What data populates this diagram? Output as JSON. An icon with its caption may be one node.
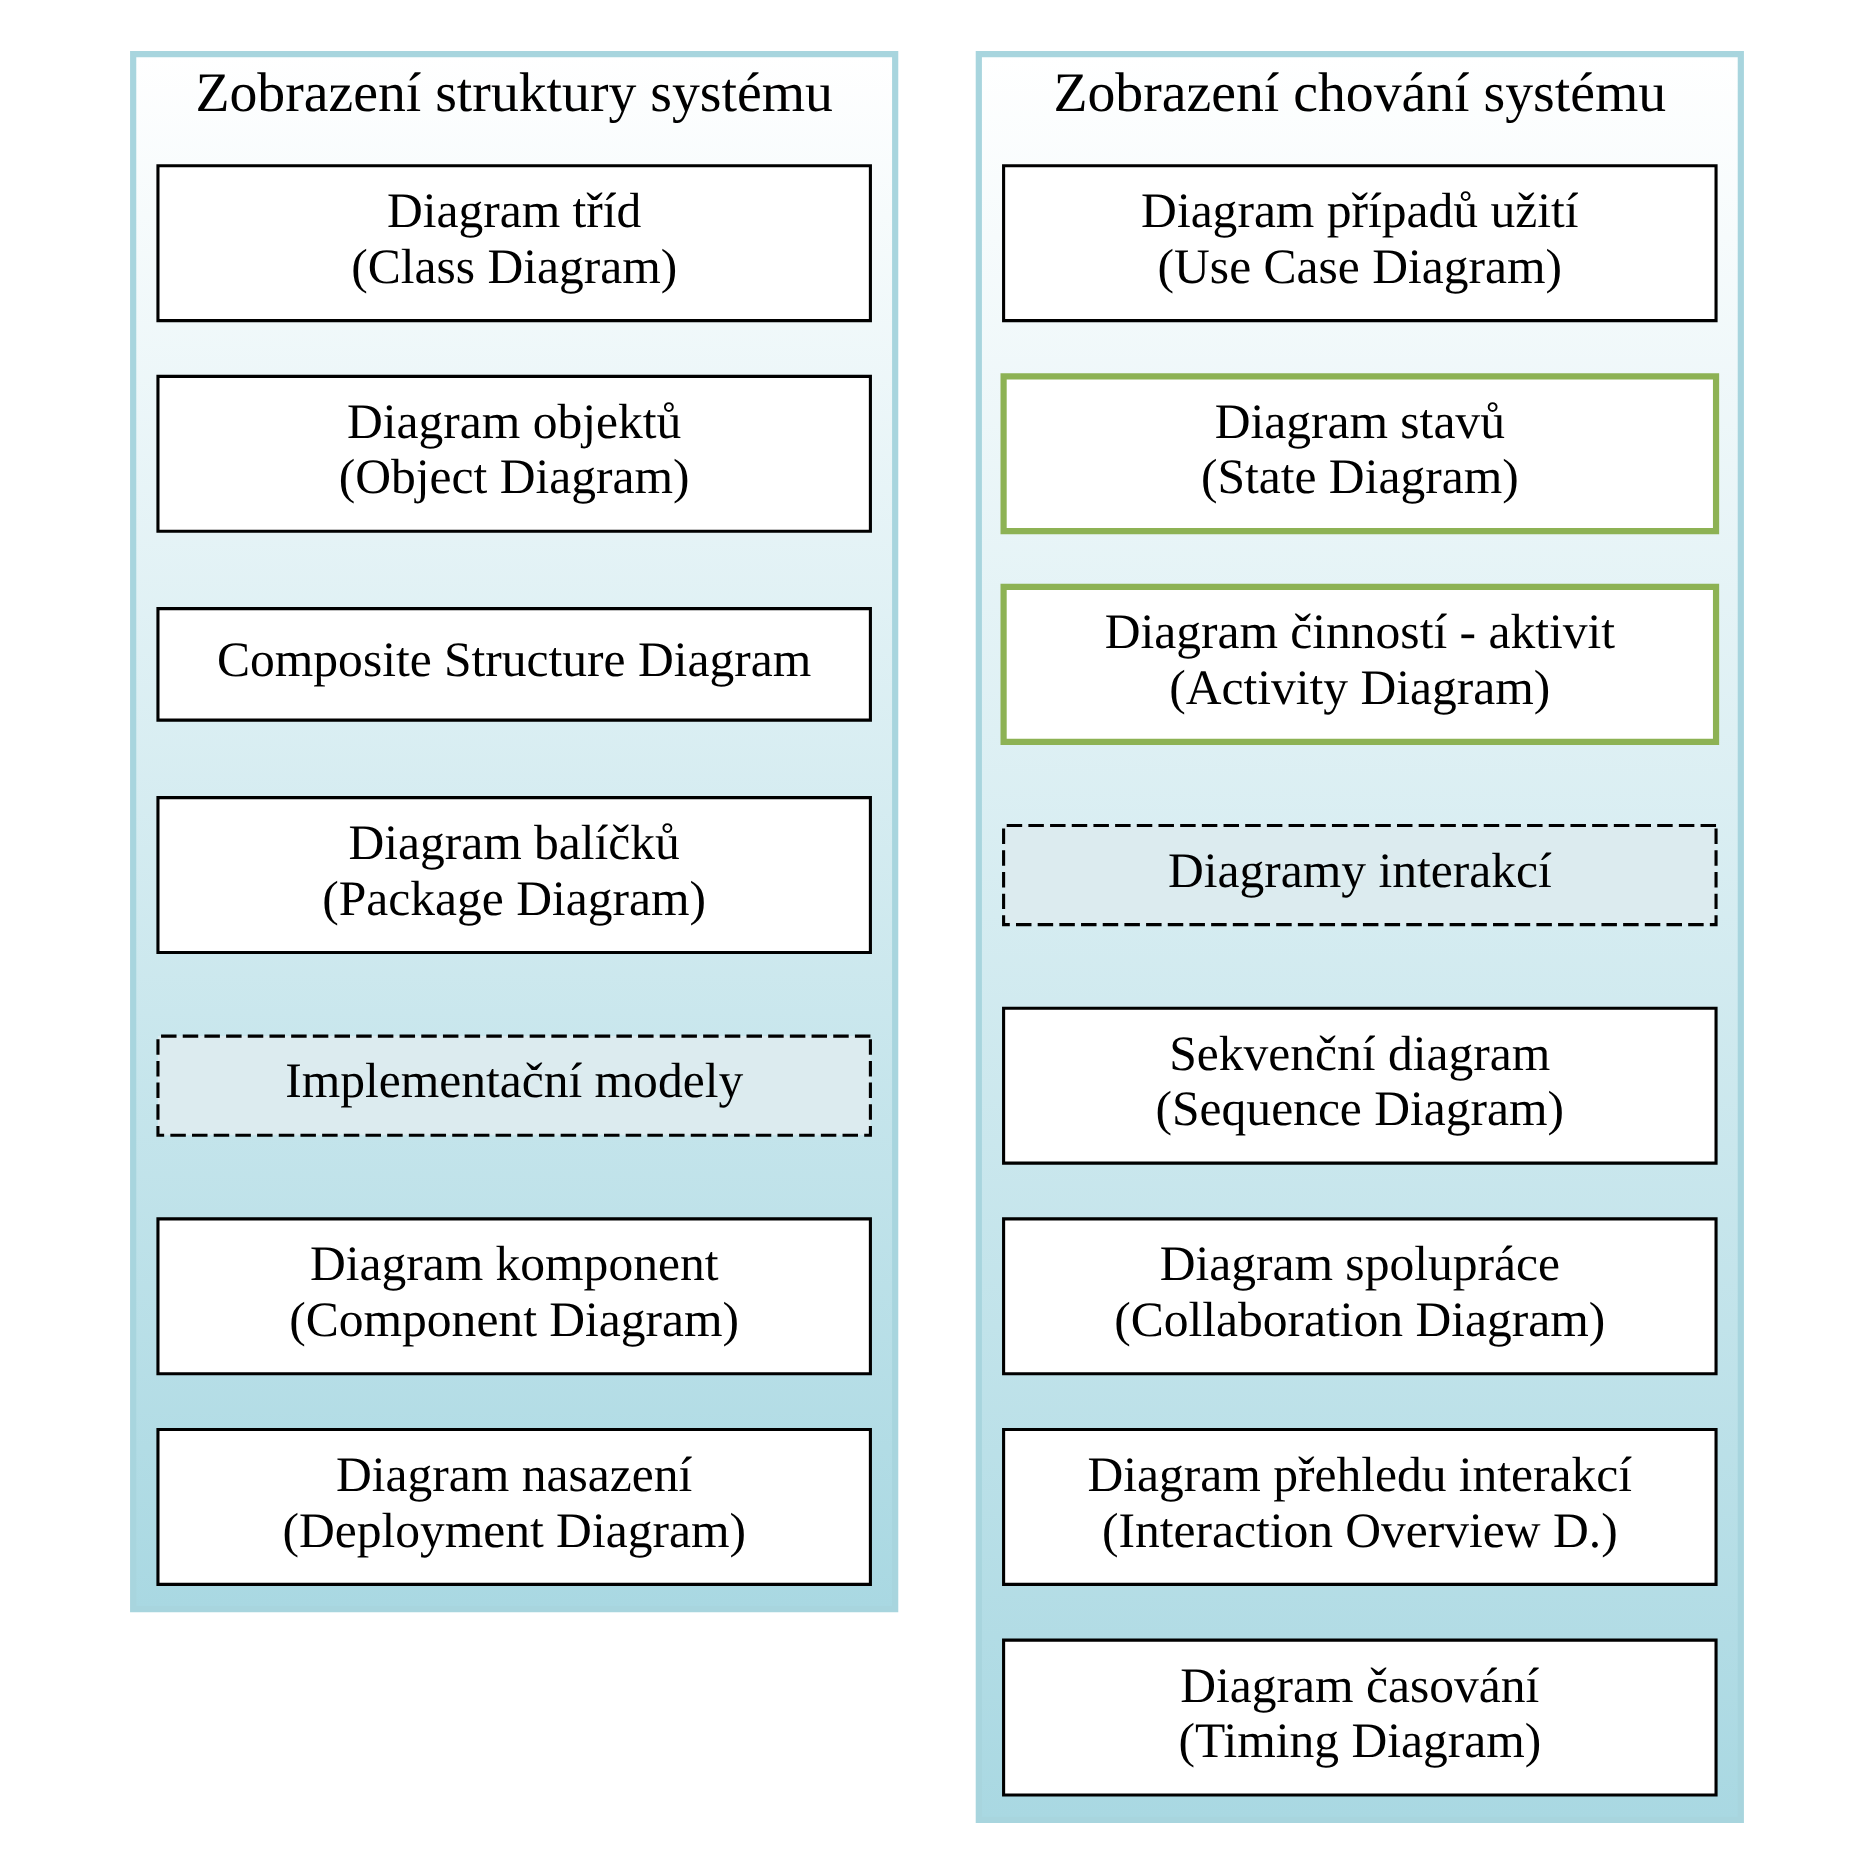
{
  "diagram": {
    "nodes": [
      {
        "text": [
          "Zobrazení struktury systému"
        ]
      },
      {
        "text": [
          "Diagram tříd",
          "(Class Diagram)"
        ],
        "in": 0
      },
      {
        "text": [
          "Diagram objektů",
          "(Object Diagram)"
        ],
        "in": 0
      },
      {
        "text": [
          "Composite Structure Diagram"
        ],
        "in": 0
      },
      {
        "text": [
          "Diagram balíčků",
          "(Package Diagram)"
        ],
        "in": 0
      },
      {
        "text": [
          "Implementační modely"
        ],
        "in": 0
      },
      {
        "text": [
          "Diagram komponent",
          "(Component Diagram)"
        ],
        "in": 0
      },
      {
        "text": [
          "Diagram nasazení",
          "(Deployment Diagram)"
        ],
        "in": 0
      },
      {
        "text": [
          "Zobrazení chování systému"
        ]
      },
      {
        "text": [
          "Diagram případů užití",
          "(Use Case Diagram)"
        ],
        "in": 8
      },
      {
        "text": [
          "Diagram stavů",
          "(State Diagram)"
        ],
        "in": 8
      },
      {
        "text": [
          "Diagram činností - aktivit",
          "(Activity Diagram)"
        ],
        "in": 8
      },
      {
        "text": [
          "Diagramy interakcí"
        ],
        "in": 8
      },
      {
        "text": [
          "Sekvenční diagram",
          "(Sequence Diagram)"
        ],
        "in": 8
      },
      {
        "text": [
          "Diagram spolupráce",
          "(Collaboration Diagram)"
        ],
        "in": 8
      },
      {
        "text": [
          "Diagram přehledu interakcí",
          "(Interaction Overview D.)"
        ],
        "in": 8
      },
      {
        "text": [
          "Diagram časování",
          "(Timing Diagram)"
        ],
        "in": 8
      }
    ],
    "edges": []
  }
}
